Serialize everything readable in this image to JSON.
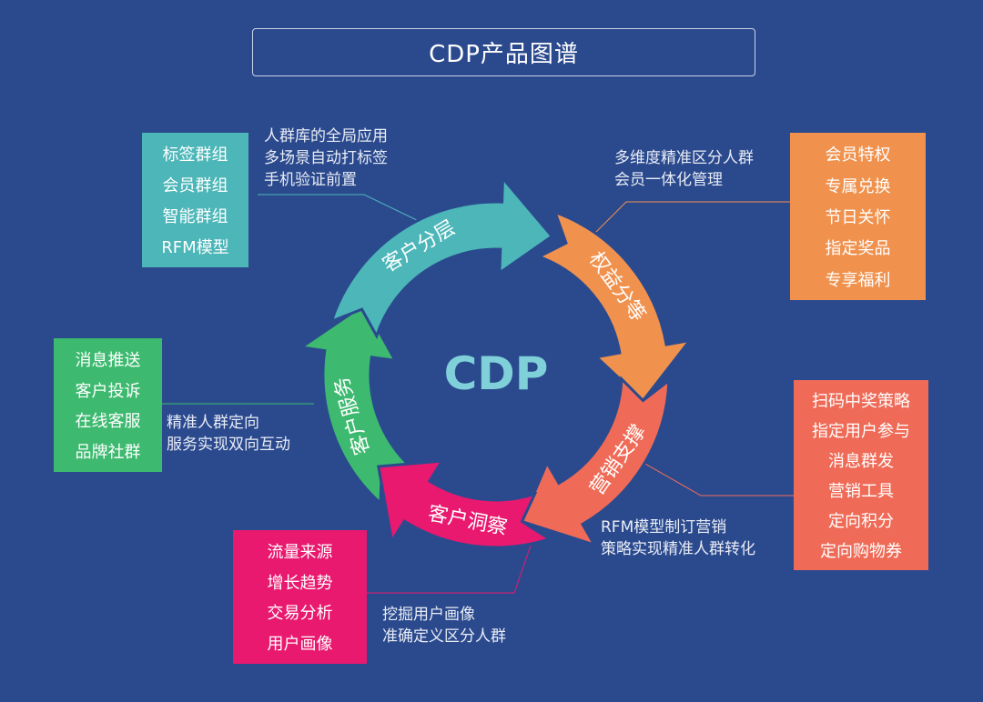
{
  "title": "CDP产品图谱",
  "center": "CDP",
  "segments": [
    {
      "label": "客户分层",
      "color": "#4cb6b8",
      "items": [
        "标签群组",
        "会员群组",
        "智能群组",
        "RFM模型"
      ],
      "notes": [
        "人群库的全局应用",
        "多场景自动打标签",
        "手机验证前置"
      ]
    },
    {
      "label": "权益分等",
      "color": "#f0924e",
      "items": [
        "会员特权",
        "专属兑换",
        "节日关怀",
        "指定奖品",
        "专享福利"
      ],
      "notes": [
        "多维度精准区分人群",
        "会员一体化管理"
      ]
    },
    {
      "label": "营销支撑",
      "color": "#ef6b57",
      "items": [
        "扫码中奖策略",
        "指定用户参与",
        "消息群发",
        "营销工具",
        "定向积分",
        "定向购物券"
      ],
      "notes": [
        "RFM模型制订营销",
        "策略实现精准人群转化"
      ]
    },
    {
      "label": "客户洞察",
      "color": "#e8196f",
      "items": [
        "流量来源",
        "增长趋势",
        "交易分析",
        "用户画像"
      ],
      "notes": [
        "挖掘用户画像",
        "准确定义区分人群"
      ]
    },
    {
      "label": "客户服务",
      "color": "#3dba6f",
      "items": [
        "消息推送",
        "客户投诉",
        "在线客服",
        "品牌社群"
      ],
      "notes": [
        "精准人群定向",
        "服务实现双向互动"
      ]
    }
  ]
}
